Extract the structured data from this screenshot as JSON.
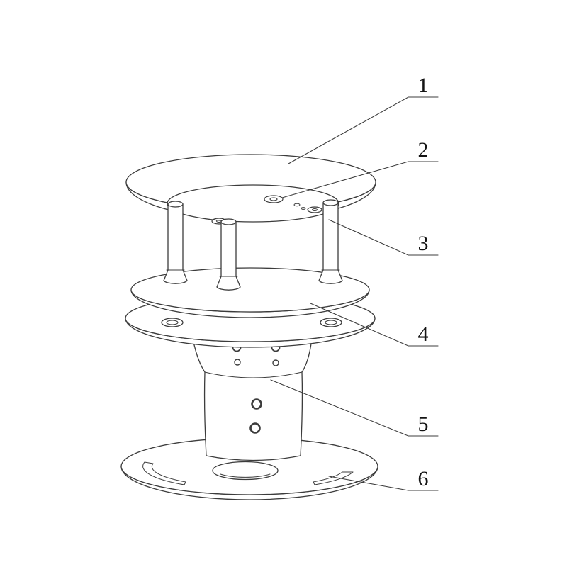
{
  "figure": {
    "kind": "technical-line-drawing",
    "subject": "ultrasonic weather sensor exploded parts diagram",
    "background_color": "#ffffff",
    "line_color": "#3c3c3c",
    "label_color": "#141414"
  },
  "callouts": [
    {
      "label": "1",
      "part": "top-cap-disc"
    },
    {
      "label": "2",
      "part": "top-plate-transducer-port"
    },
    {
      "label": "3",
      "part": "support-column"
    },
    {
      "label": "4",
      "part": "louver-reflector-plate"
    },
    {
      "label": "5",
      "part": "sensor-body"
    },
    {
      "label": "6",
      "part": "mounting-base-plate"
    }
  ]
}
